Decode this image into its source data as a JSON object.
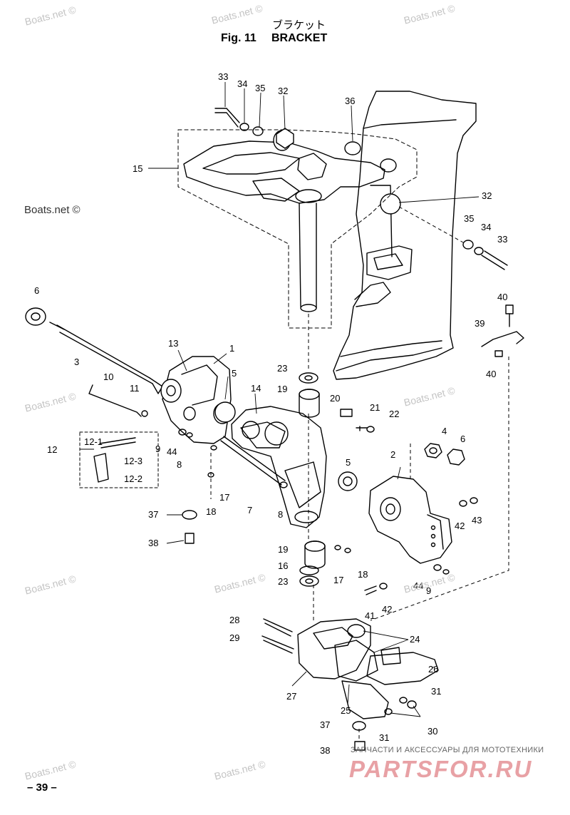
{
  "header": {
    "title_jp": "ブラケット",
    "fig_no": "Fig. 11",
    "fig_title": "BRACKET"
  },
  "watermark": "Boats.net ©",
  "page_number": "– 39 –",
  "brand": {
    "subtitle": "ЗАПЧАСТИ И АКСЕССУАРЫ ДЛЯ МОТОТЕХНИКИ",
    "logo": "PARTSFOR.RU"
  },
  "callouts": [
    "33",
    "34",
    "35",
    "32",
    "36",
    "15",
    "32",
    "35",
    "34",
    "33",
    "6",
    "40",
    "39",
    "40",
    "3",
    "13",
    "1",
    "10",
    "11",
    "5",
    "14",
    "23",
    "19",
    "20",
    "21",
    "22",
    "12-1",
    "12",
    "12-3",
    "12-2",
    "9",
    "44",
    "8",
    "17",
    "7",
    "4",
    "6",
    "2",
    "5",
    "37",
    "18",
    "8",
    "43",
    "42",
    "38",
    "19",
    "16",
    "23",
    "17",
    "18",
    "44",
    "9",
    "41",
    "42",
    "28",
    "29",
    "24",
    "26",
    "27",
    "25",
    "31",
    "37",
    "31",
    "30",
    "38"
  ]
}
